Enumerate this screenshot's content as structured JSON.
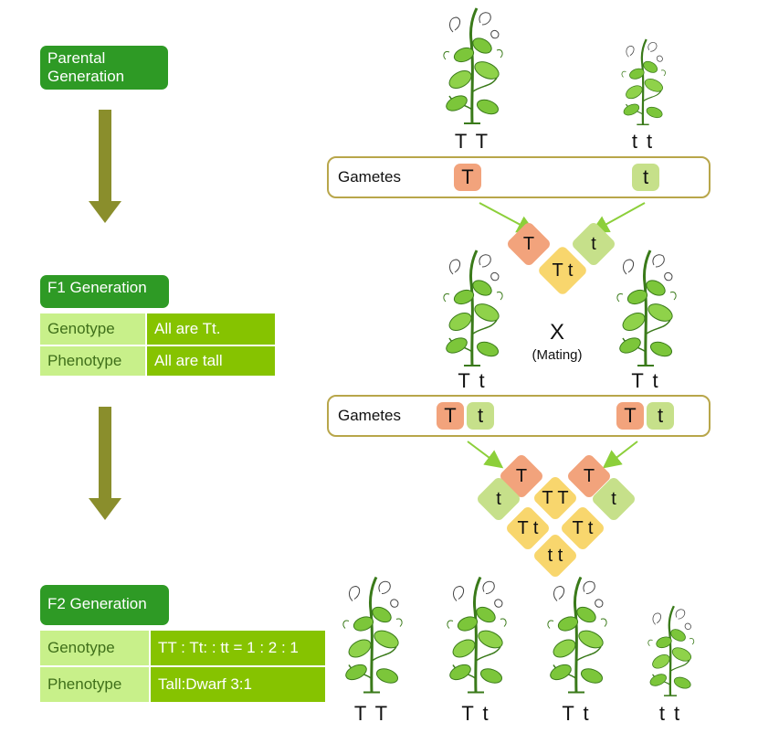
{
  "left": {
    "parental_label": "Parental Generation",
    "f1_label": "F1 Generation",
    "f1_table": [
      {
        "key": "Genotype",
        "value": "All are Tt."
      },
      {
        "key": "Phenotype",
        "value": "All are tall"
      }
    ],
    "f2_label": "F2 Generation",
    "f2_table": [
      {
        "key": "Genotype",
        "value": "TT : Tt: : tt =  1 : 2 : 1"
      },
      {
        "key": "Phenotype",
        "value": "Tall:Dwarf 3:1"
      }
    ]
  },
  "parents": {
    "left_genotype": "T T",
    "right_genotype": "t t",
    "gametes_label": "Gametes",
    "gamete_left": "T",
    "gamete_right": "t"
  },
  "f1_cross": {
    "allele_T": "T",
    "allele_t": "t",
    "offspring": "T t"
  },
  "f1_plants": {
    "left_genotype": "T t",
    "right_genotype": "T t",
    "mating_x": "X",
    "mating_label": "(Mating)",
    "gametes_label": "Gametes",
    "left_gametes": [
      "T",
      "t"
    ],
    "right_gametes": [
      "T",
      "t"
    ]
  },
  "punnett": {
    "T1": "T",
    "T2": "T",
    "t1": "t",
    "t2": "t",
    "c_TT": "T T",
    "c_Tt1": "T t",
    "c_Tt2": "T t",
    "c_tt": "t t"
  },
  "f2_plants": [
    "T T",
    "T t",
    "T t",
    "t t"
  ],
  "colors": {
    "label_green": "#2e9a25",
    "arrow_olive": "#8a8e2c",
    "allele_T": "#f2a37c",
    "allele_t": "#c6e08a",
    "offspring": "#f8d66d",
    "table_key": "#c8f08a",
    "table_value": "#86c300"
  }
}
